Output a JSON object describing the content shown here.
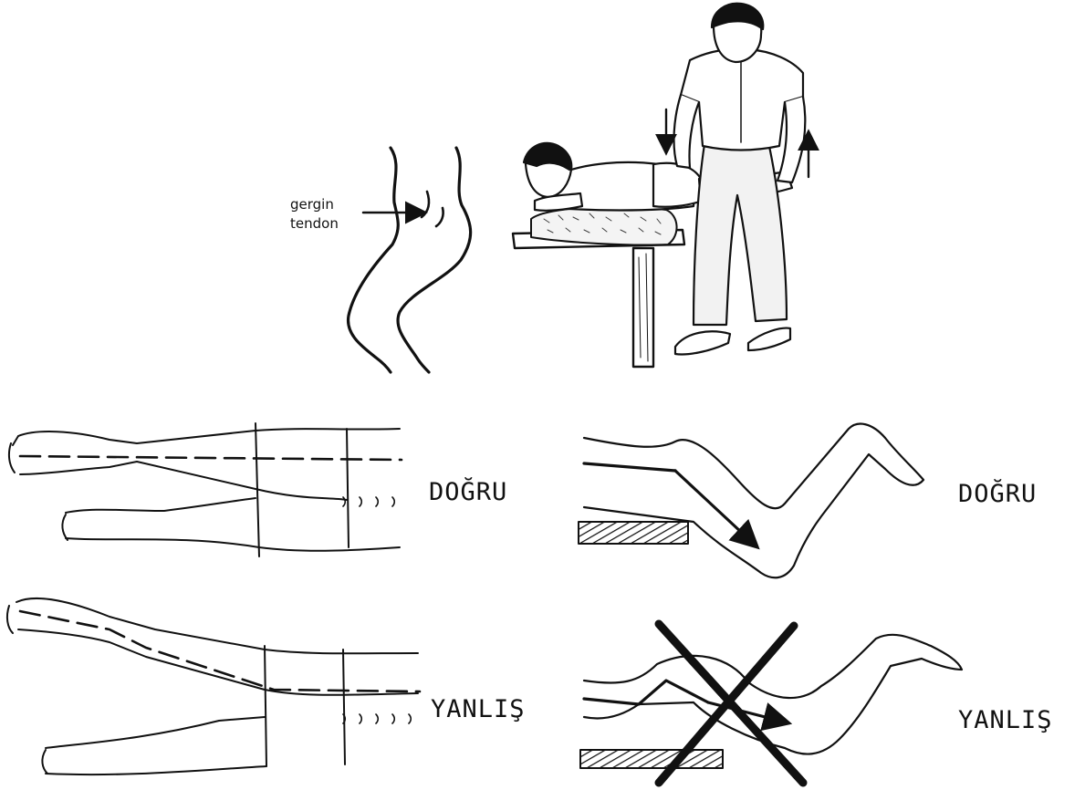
{
  "annotation": {
    "tendon_line1": "gergin",
    "tendon_line2": "tendon"
  },
  "panels": {
    "top_left_label": "DOĞRU",
    "bottom_left_label": "YANLIŞ",
    "top_right_label": "DOĞRU",
    "bottom_right_label": "YANLIŞ"
  },
  "icons": {
    "wrong_mark": "cross-mark",
    "direction": "arrow"
  }
}
